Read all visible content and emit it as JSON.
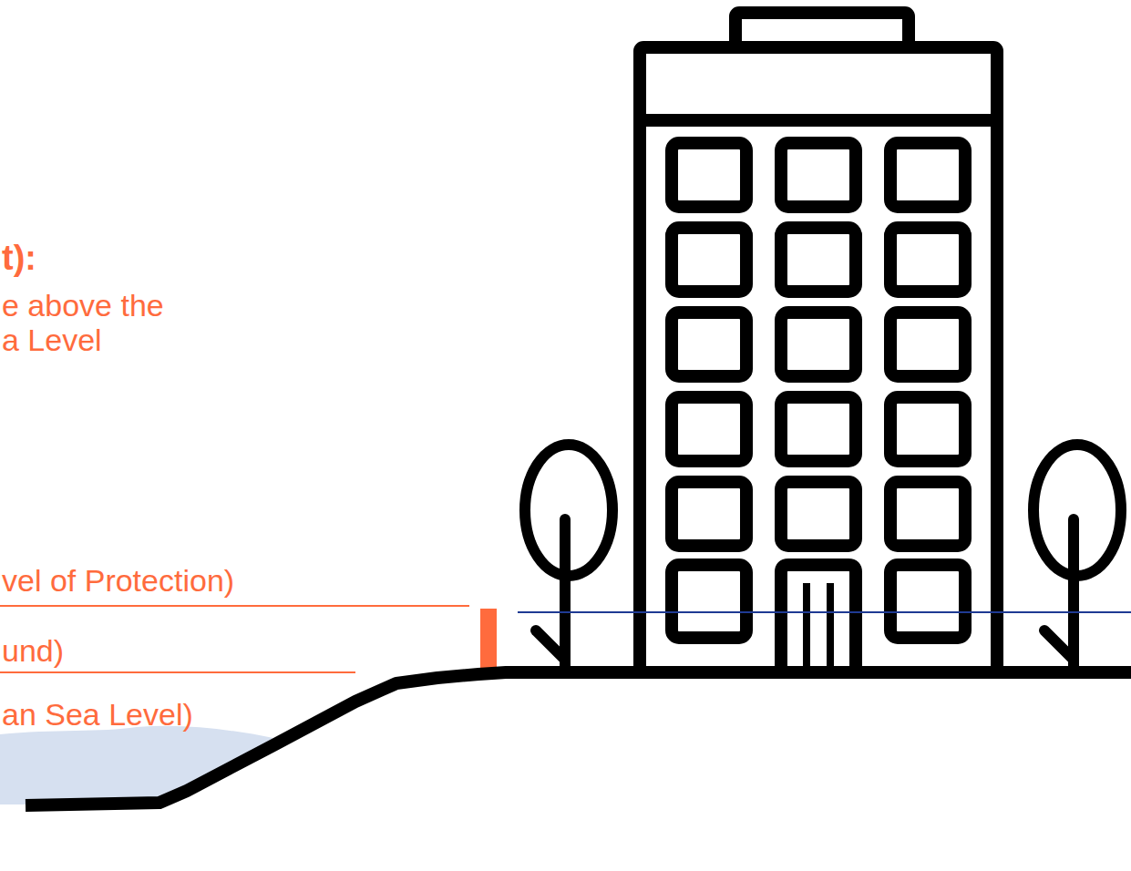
{
  "diagram": {
    "labels": [
      "t):",
      "e above the",
      "a Level",
      "vel of Protection)",
      "und)",
      "an Sea Level)"
    ]
  }
}
